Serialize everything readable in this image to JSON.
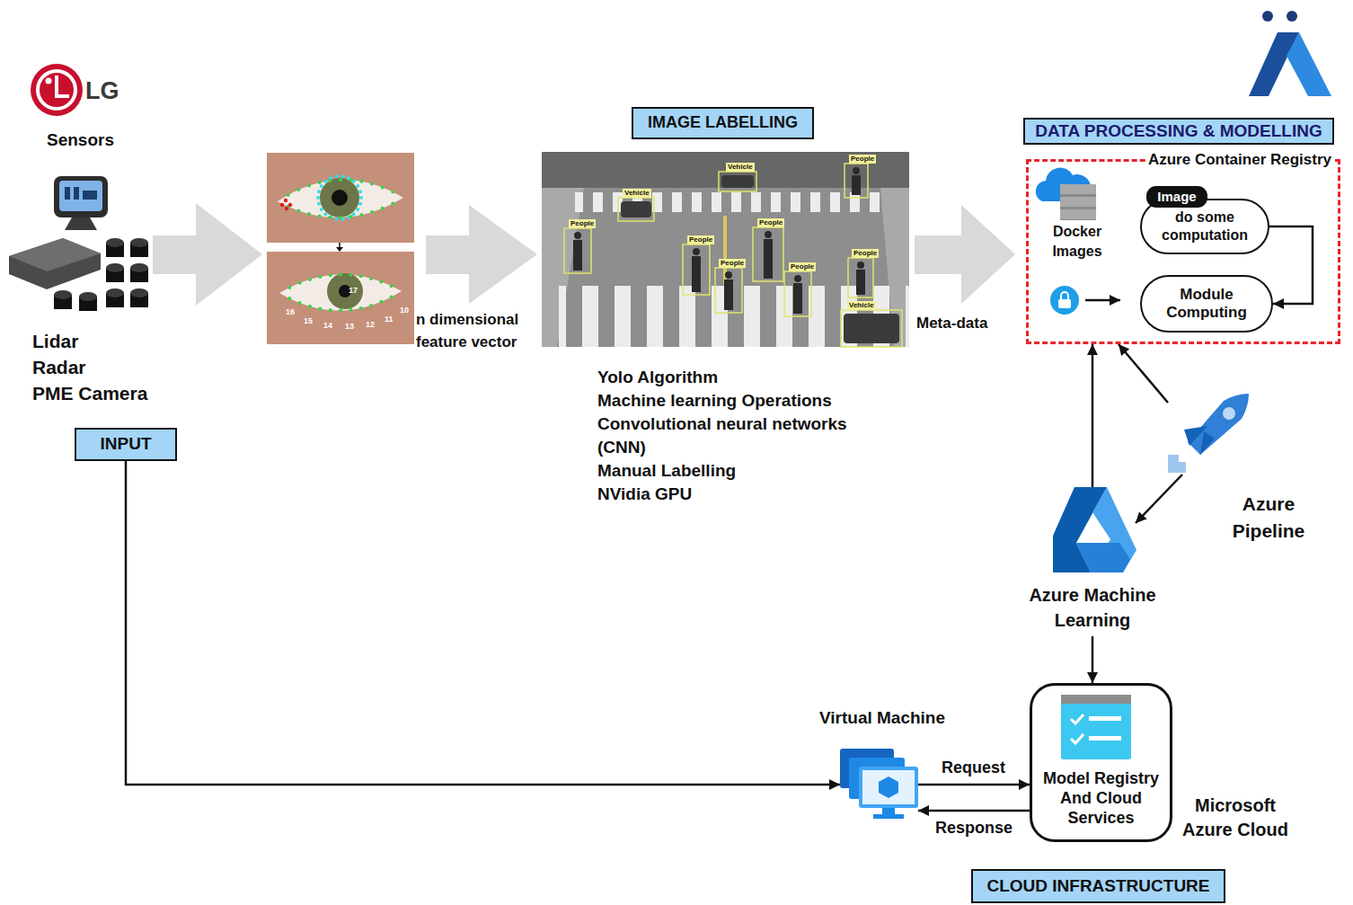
{
  "diagram": {
    "nodes": [
      {
        "text": [
          "INPUT"
        ]
      },
      {
        "text": [
          "IMAGE LABELLING"
        ]
      },
      {
        "text": [
          "DATA PROCESSING & MODELLING"
        ]
      },
      {
        "text": [
          "Azure Container Registry"
        ]
      },
      {
        "text": [
          "Image"
        ],
        "in": 3
      },
      {
        "text": [
          "do some computation"
        ],
        "in": 3
      },
      {
        "text": [
          "Module Computing"
        ],
        "in": 3
      },
      {
        "text": [
          "Azure Pipeline"
        ]
      },
      {
        "text": [
          "Azure Machine Learning"
        ]
      },
      {
        "text": [
          "Virtual Machine"
        ]
      },
      {
        "text": [
          "Model Registry And Cloud Services"
        ]
      },
      {
        "text": [
          "CLOUD INFRASTRUCTURE"
        ]
      }
    ],
    "edges": [
      {
        "from": 0,
        "to": 9,
        "arrow": "to"
      },
      {
        "from": 9,
        "to": 10,
        "label": "Request",
        "arrow": "to"
      },
      {
        "from": 10,
        "to": 9,
        "label": "Response",
        "arrow": "to"
      },
      {
        "from": 5,
        "to": 6,
        "arrow": "to"
      },
      {
        "from": 8,
        "to": 3,
        "arrow": "to"
      },
      {
        "from": 7,
        "to": 3,
        "arrow": "to"
      },
      {
        "from": 7,
        "to": 8,
        "arrow": "to"
      },
      {
        "from": 8,
        "to": 10,
        "arrow": "to"
      }
    ],
    "labels": [
      "LG",
      "Sensors",
      "Lidar",
      "Radar",
      "PME Camera",
      "16",
      "15",
      "14",
      "13",
      "12",
      "11",
      "10",
      "17",
      "n dimensional feature vector",
      "People",
      "Vehicle",
      "Vehicle",
      "People",
      "People",
      "People",
      "People",
      "People",
      "People",
      "Vehicle",
      "Yolo Algorithm",
      "Machine learning Operations",
      "Convolutional neural networks (CNN)",
      "Manual Labelling",
      "NVidia GPU",
      "Meta-data",
      "Docker Images",
      "Microsoft Azure Cloud"
    ]
  }
}
